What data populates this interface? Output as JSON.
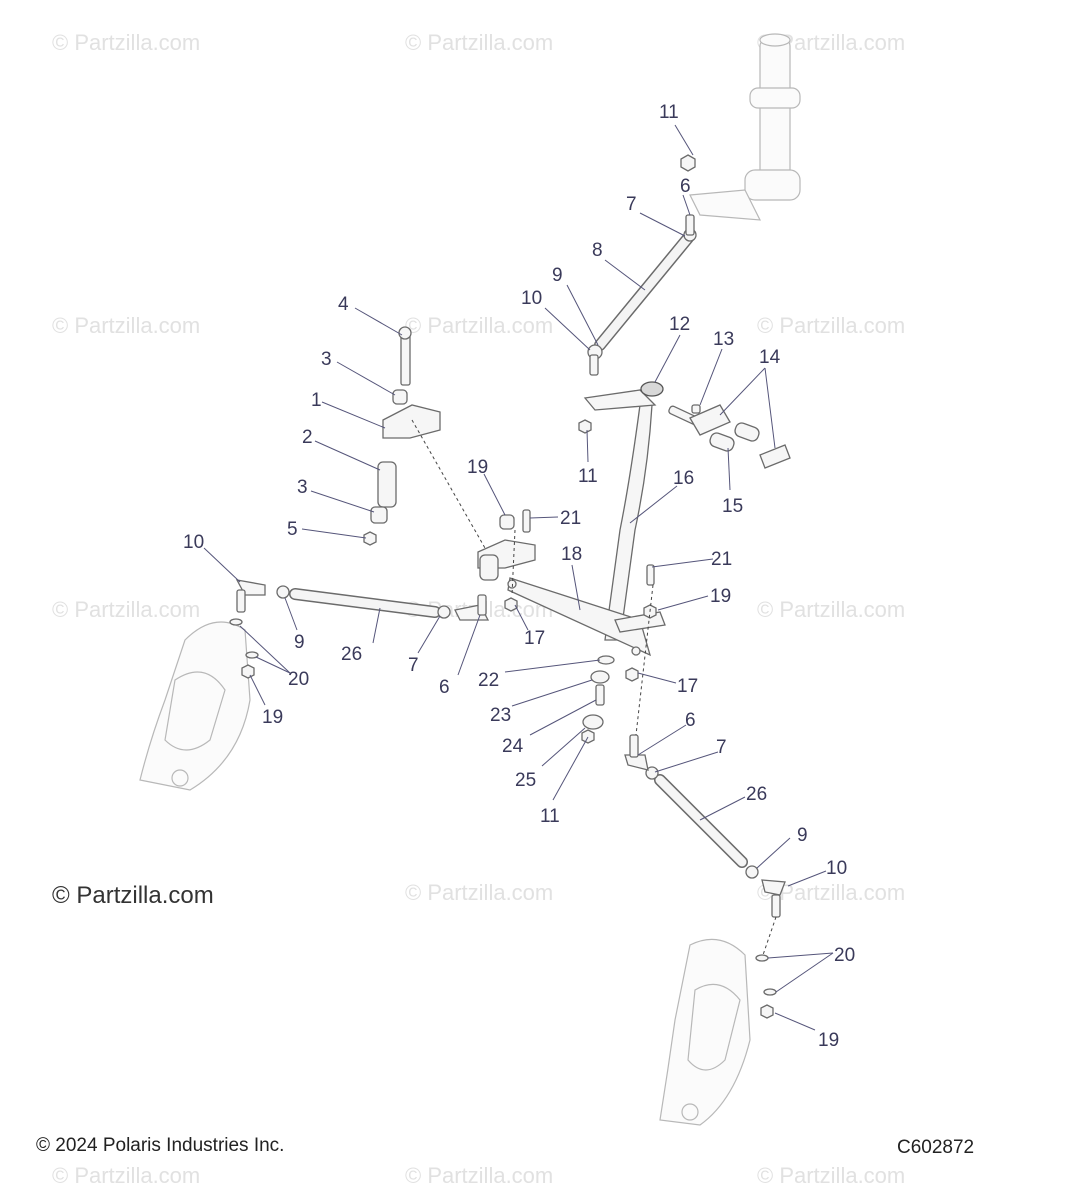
{
  "watermark": "© Partzilla.com",
  "copyright": "© 2024 Polaris Industries Inc.",
  "diagram_code": "C602872",
  "callouts": [
    "1",
    "2",
    "3",
    "4",
    "5",
    "6",
    "7",
    "8",
    "9",
    "10",
    "11",
    "12",
    "13",
    "14",
    "15",
    "16",
    "17",
    "18",
    "19",
    "20",
    "21",
    "22",
    "23",
    "24",
    "25",
    "26"
  ]
}
